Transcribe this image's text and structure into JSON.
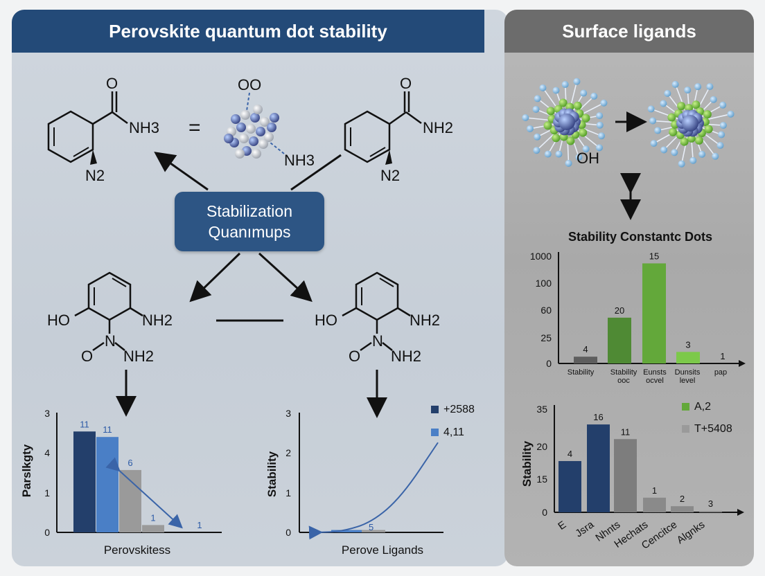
{
  "headers": {
    "left": "Perovskite quantum dot stability",
    "right": "Surface ligands"
  },
  "center_box": {
    "line1": "Stabilization",
    "line2": "Quanımups"
  },
  "molecules": {
    "top_left": {
      "o": "O",
      "amine": "NH3",
      "bottom": "N2"
    },
    "equals": "=",
    "cluster": {
      "top": "OO",
      "amine": "NH3"
    },
    "top_right": {
      "o": "O",
      "amine": "NH2",
      "bottom": "N2"
    },
    "mid_left": {
      "ho": "HO",
      "nh2": "NH2",
      "o": "O",
      "nh2b": "NH2"
    },
    "mid_right": {
      "ho": "HO",
      "nh2": "NH2",
      "o": "O",
      "nh2b": "NH2"
    },
    "nanoparticle_label": "OH"
  },
  "colors": {
    "navy": "#233f6b",
    "blue": "#4a7fc6",
    "gray": "#9a9a9a",
    "green_dark": "#4f8a34",
    "green": "#63a83a",
    "green_light": "#7cc94a",
    "dark_gray": "#5e5e5e"
  },
  "chart_data": [
    {
      "id": "bottom-left",
      "type": "bar",
      "ylabel": "Parslkgty",
      "xlabel": "Perovskitess",
      "ytick_labels": [
        "0",
        "1",
        "4",
        "3"
      ],
      "bars": [
        {
          "label": "11",
          "value": 2.75,
          "color": "#233f6b"
        },
        {
          "label": "11",
          "value": 2.6,
          "color": "#4a7fc6"
        },
        {
          "label": "6",
          "value": 1.7,
          "color": "#9a9a9a"
        },
        {
          "label": "1",
          "value": 0.2,
          "color": "#9a9a9a"
        },
        {
          "label": "1",
          "value": 0,
          "color": "#9a9a9a"
        }
      ],
      "ymax": 3
    },
    {
      "id": "bottom-middle",
      "type": "line",
      "ylabel": "Stability",
      "xlabel": "Perove Ligands",
      "ytick_labels": [
        "0",
        "1",
        "2",
        "3"
      ],
      "legend": [
        {
          "label": "+2588",
          "color": "#233f6b"
        },
        {
          "label": "4,11",
          "color": "#4a7fc6"
        }
      ],
      "bars": [
        {
          "label": "",
          "value": 0.06,
          "color": "#4a7fc6"
        },
        {
          "label": "5",
          "value": 0.06,
          "color": "#9a9a9a"
        }
      ],
      "line": [
        [
          0,
          0.0
        ],
        [
          0.2,
          0.02
        ],
        [
          0.45,
          0.25
        ],
        [
          0.7,
          0.9
        ],
        [
          1.0,
          2.25
        ]
      ],
      "ymax": 3
    },
    {
      "id": "right-top",
      "type": "bar",
      "title": "Stability Constantc Dots",
      "ytick_labels": [
        "0",
        "25",
        "60",
        "100",
        "1000"
      ],
      "categories": [
        [
          "Stability",
          ""
        ],
        [
          "Stability",
          "ooc"
        ],
        [
          "Eunsts",
          "ocvel"
        ],
        [
          "Dunsits",
          "level"
        ],
        [
          "pap",
          ""
        ]
      ],
      "bars": [
        {
          "label": "4",
          "value": 0.4,
          "color": "#5e5e5e"
        },
        {
          "label": "20",
          "value": 2.7,
          "color": "#4f8a34"
        },
        {
          "label": "15",
          "value": 5.9,
          "color": "#63a83a"
        },
        {
          "label": "3",
          "value": 0.68,
          "color": "#7cc94a"
        },
        {
          "label": "1",
          "value": 0,
          "color": "#7cc94a"
        }
      ],
      "ymax": 6
    },
    {
      "id": "right-bottom",
      "type": "bar",
      "ylabel": "Stability",
      "ytick_labels": [
        "0",
        "15",
        "20",
        "35"
      ],
      "categories": [
        "E",
        "Jsra",
        "Nhnts",
        "Hechats",
        "Cencitce",
        "Algnks"
      ],
      "legend": [
        {
          "label": "A,2",
          "color": "#63a83a"
        },
        {
          "label": "T+5408",
          "color": "#9a9a9a"
        }
      ],
      "bars": [
        {
          "label": "4",
          "value": 2.1,
          "color": "#233f6b"
        },
        {
          "label": "16",
          "value": 3.6,
          "color": "#233f6b"
        },
        {
          "label": "11",
          "value": 3.0,
          "color": "#7d7d7d"
        },
        {
          "label": "1",
          "value": 0.6,
          "color": "#8a8a8a"
        },
        {
          "label": "2",
          "value": 0.25,
          "color": "#8a8a8a"
        },
        {
          "label": "3",
          "value": 0.05,
          "color": "#8a8a8a"
        }
      ],
      "ymax": 4
    }
  ]
}
